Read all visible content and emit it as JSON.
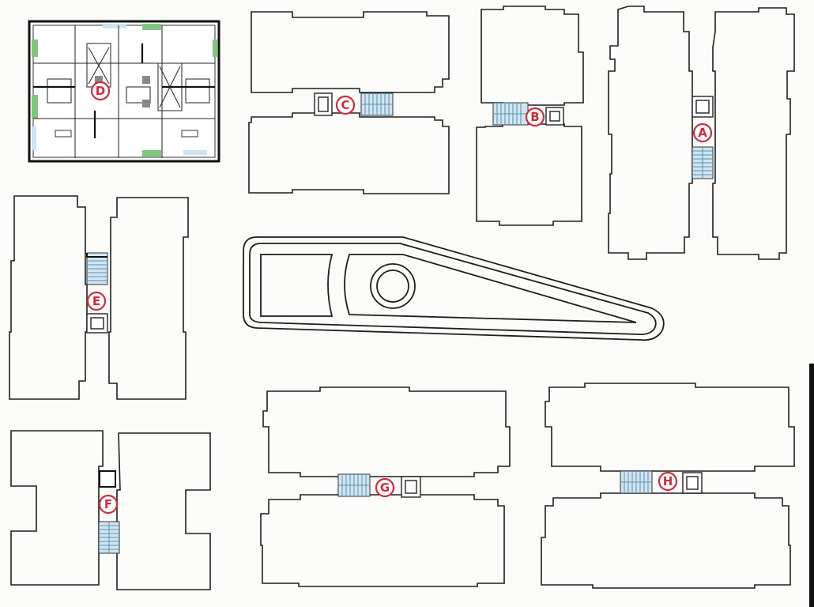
{
  "buildings": {
    "A": {
      "label": "A"
    },
    "B": {
      "label": "B"
    },
    "C": {
      "label": "C"
    },
    "D": {
      "label": "D"
    },
    "E": {
      "label": "E"
    },
    "F": {
      "label": "F"
    },
    "G": {
      "label": "G"
    },
    "H": {
      "label": "H"
    }
  },
  "colors": {
    "marker": "#d42a3a",
    "outline": "#1e1e1e",
    "stair": "#cfe6f2",
    "green": "#7fc77c"
  }
}
